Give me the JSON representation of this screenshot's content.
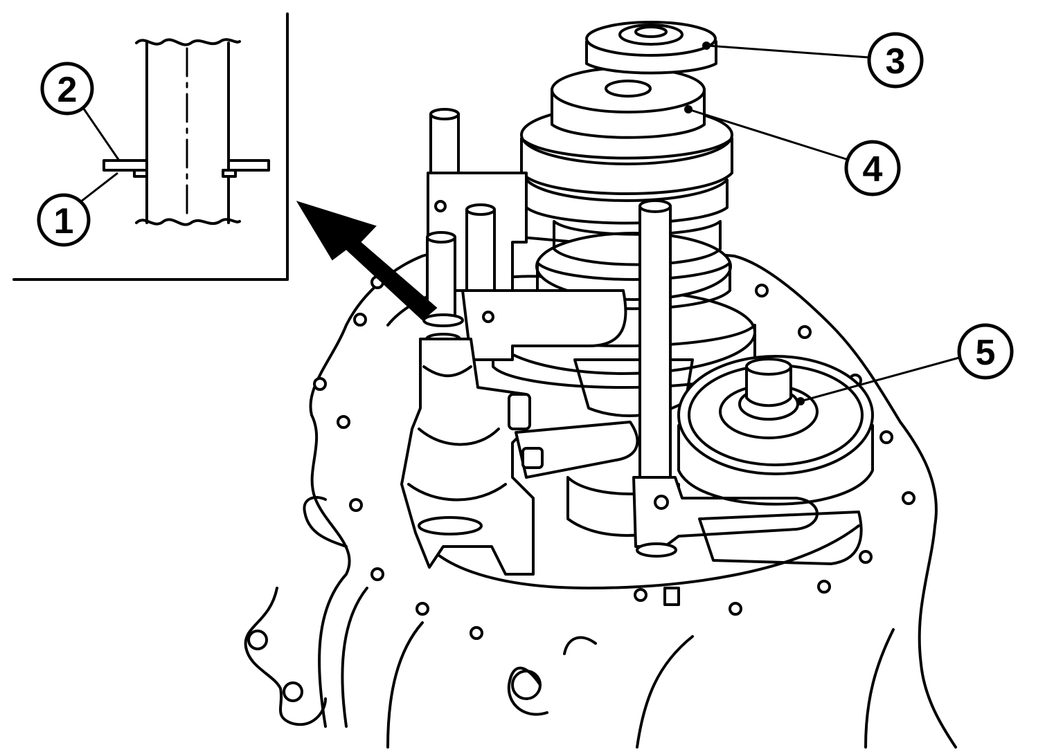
{
  "callouts": [
    {
      "id": "1",
      "label": "1"
    },
    {
      "id": "2",
      "label": "2"
    },
    {
      "id": "3",
      "label": "3"
    },
    {
      "id": "4",
      "label": "4"
    },
    {
      "id": "5",
      "label": "5"
    }
  ],
  "icons": {
    "pointer_arrow": "arrow-icon"
  }
}
